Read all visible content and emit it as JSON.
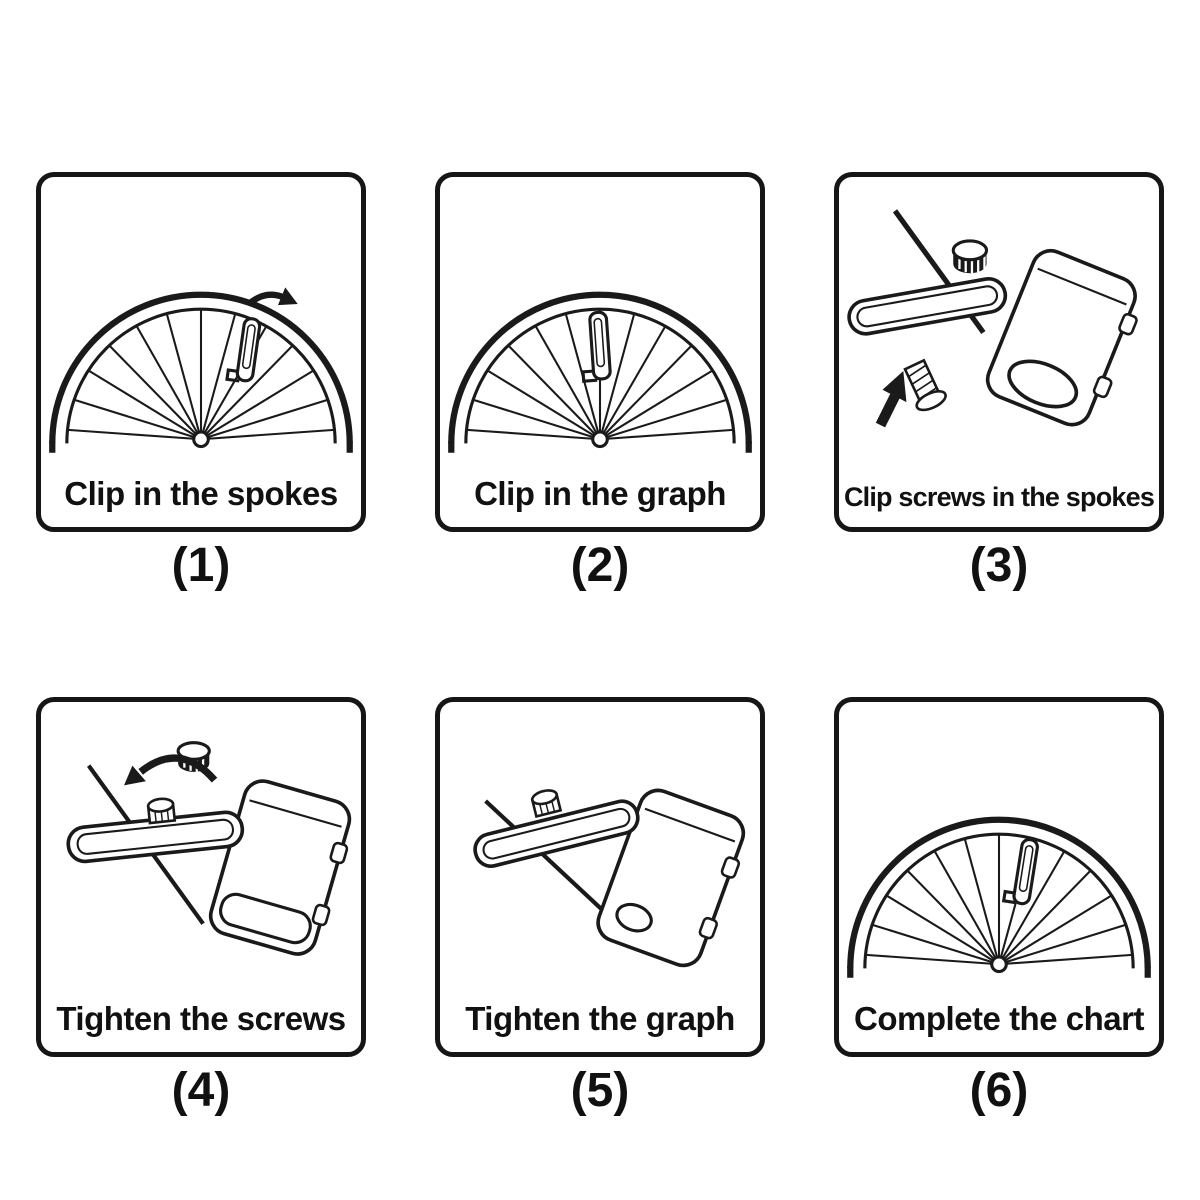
{
  "page": {
    "background": "#ffffff",
    "line_color": "#1a1a1a",
    "text_color": "#111111"
  },
  "panels": [
    {
      "caption": "Clip in the spokes",
      "number": "(1)",
      "illustration": "half-wheel-with-clip-and-insert-arrow"
    },
    {
      "caption": "Clip in the graph",
      "number": "(2)",
      "illustration": "half-wheel-with-clip-mounted"
    },
    {
      "caption": "Clip screws in the spokes",
      "number": "(3)",
      "illustration": "clip-screw-nut-and-device-closeup"
    },
    {
      "caption": "Tighten the screws",
      "number": "(4)",
      "illustration": "nut-rotation-arrow-and-device-closeup"
    },
    {
      "caption": "Tighten the graph",
      "number": "(5)",
      "illustration": "tightened-clip-and-device-closeup"
    },
    {
      "caption": "Complete the chart",
      "number": "(6)",
      "illustration": "half-wheel-with-sensor-complete"
    }
  ]
}
